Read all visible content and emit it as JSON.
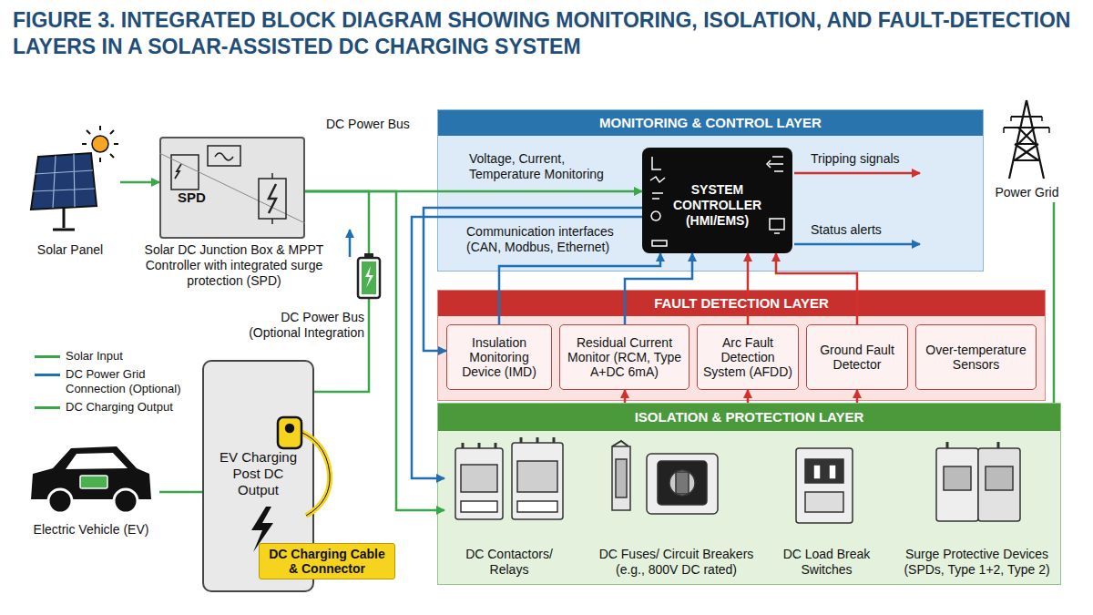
{
  "diagram": {
    "title": "FIGURE 3. INTEGRATED BLOCK DIAGRAM SHOWING MONITORING, ISOLATION, AND FAULT-DETECTION LAYERS IN A SOLAR-ASSISTED DC CHARGING SYSTEM",
    "nodes": [
      {
        "text": [
          "Solar Panel"
        ]
      },
      {
        "text": [
          "SPD",
          "Solar DC Junction Box & MPPT Controller with integrated surge protection (SPD)"
        ]
      },
      {
        "text": [
          "MONITORING & CONTROL LAYER"
        ]
      },
      {
        "text": [
          "SYSTEM CONTROLLER (HMI/EMS)"
        ],
        "in": 2
      },
      {
        "text": [
          "FAULT DETECTION LAYER"
        ]
      },
      {
        "text": [
          "Insulation Monitoring Device (IMD)"
        ],
        "in": 4
      },
      {
        "text": [
          "Residual Current Monitor (RCM, Type A+DC 6mA)"
        ],
        "in": 4
      },
      {
        "text": [
          "Arc Fault Detection System (AFDD)"
        ],
        "in": 4
      },
      {
        "text": [
          "Ground Fault Detector"
        ],
        "in": 4
      },
      {
        "text": [
          "Over-temperature Sensors"
        ],
        "in": 4
      },
      {
        "text": [
          "ISOLATION & PROTECTION LAYER"
        ]
      },
      {
        "text": [
          "DC Contactors/ Relays"
        ],
        "in": 10
      },
      {
        "text": [
          "DC Fuses/ Circuit Breakers (e.g., 800V DC rated)"
        ],
        "in": 10
      },
      {
        "text": [
          "DC Load Break Switches"
        ],
        "in": 10
      },
      {
        "text": [
          "Surge Protective Devices (SPDs, Type 1+2, Type 2)"
        ],
        "in": 10
      },
      {
        "text": [
          "Power Grid"
        ]
      },
      {
        "text": [
          "EV Charging Post DC Output"
        ]
      },
      {
        "text": [
          "DC Charging Cable & Connector"
        ]
      },
      {
        "text": [
          "Electric Vehicle (EV)"
        ]
      }
    ],
    "edges": [
      {
        "from": 0,
        "to": 1,
        "arrow": "to"
      },
      {
        "from": 1,
        "to": 3,
        "arrow": "to"
      },
      {
        "from": 1,
        "to": 11,
        "arrow": "to"
      },
      {
        "from": 16,
        "to": 1,
        "arrow": "none"
      },
      {
        "from": 15,
        "to": 10,
        "arrow": "none"
      },
      {
        "from": 3,
        "to": 5,
        "arrow": "to"
      },
      {
        "from": 3,
        "to": 11,
        "arrow": "to"
      },
      {
        "from": 5,
        "to": 3,
        "arrow": "to"
      },
      {
        "from": 6,
        "to": 3,
        "arrow": "to"
      },
      {
        "from": 7,
        "to": 3,
        "arrow": "to"
      },
      {
        "from": 8,
        "to": 3,
        "arrow": "to"
      },
      {
        "from": 10,
        "to": 6,
        "arrow": "to"
      },
      {
        "from": 10,
        "to": 7,
        "arrow": "to"
      },
      {
        "from": 10,
        "to": 8,
        "arrow": "to"
      },
      {
        "from": 18,
        "to": 16,
        "arrow": "none"
      }
    ],
    "labels": [
      "DC Power Bus",
      "Voltage, Current, Temperature Monitoring",
      "Communication interfaces (CAN, Modbus, Ethernet)",
      "Tripping signals",
      "Status alerts",
      "DC Power Bus (Optional Integration"
    ],
    "legend": [
      {
        "text": "Solar Input",
        "color": "#3aa64a"
      },
      {
        "text": "DC Power Grid Connection (Optional)",
        "color": "#1f6fb2"
      },
      {
        "text": "DC Charging Output",
        "color": "#3aa64a"
      }
    ]
  }
}
